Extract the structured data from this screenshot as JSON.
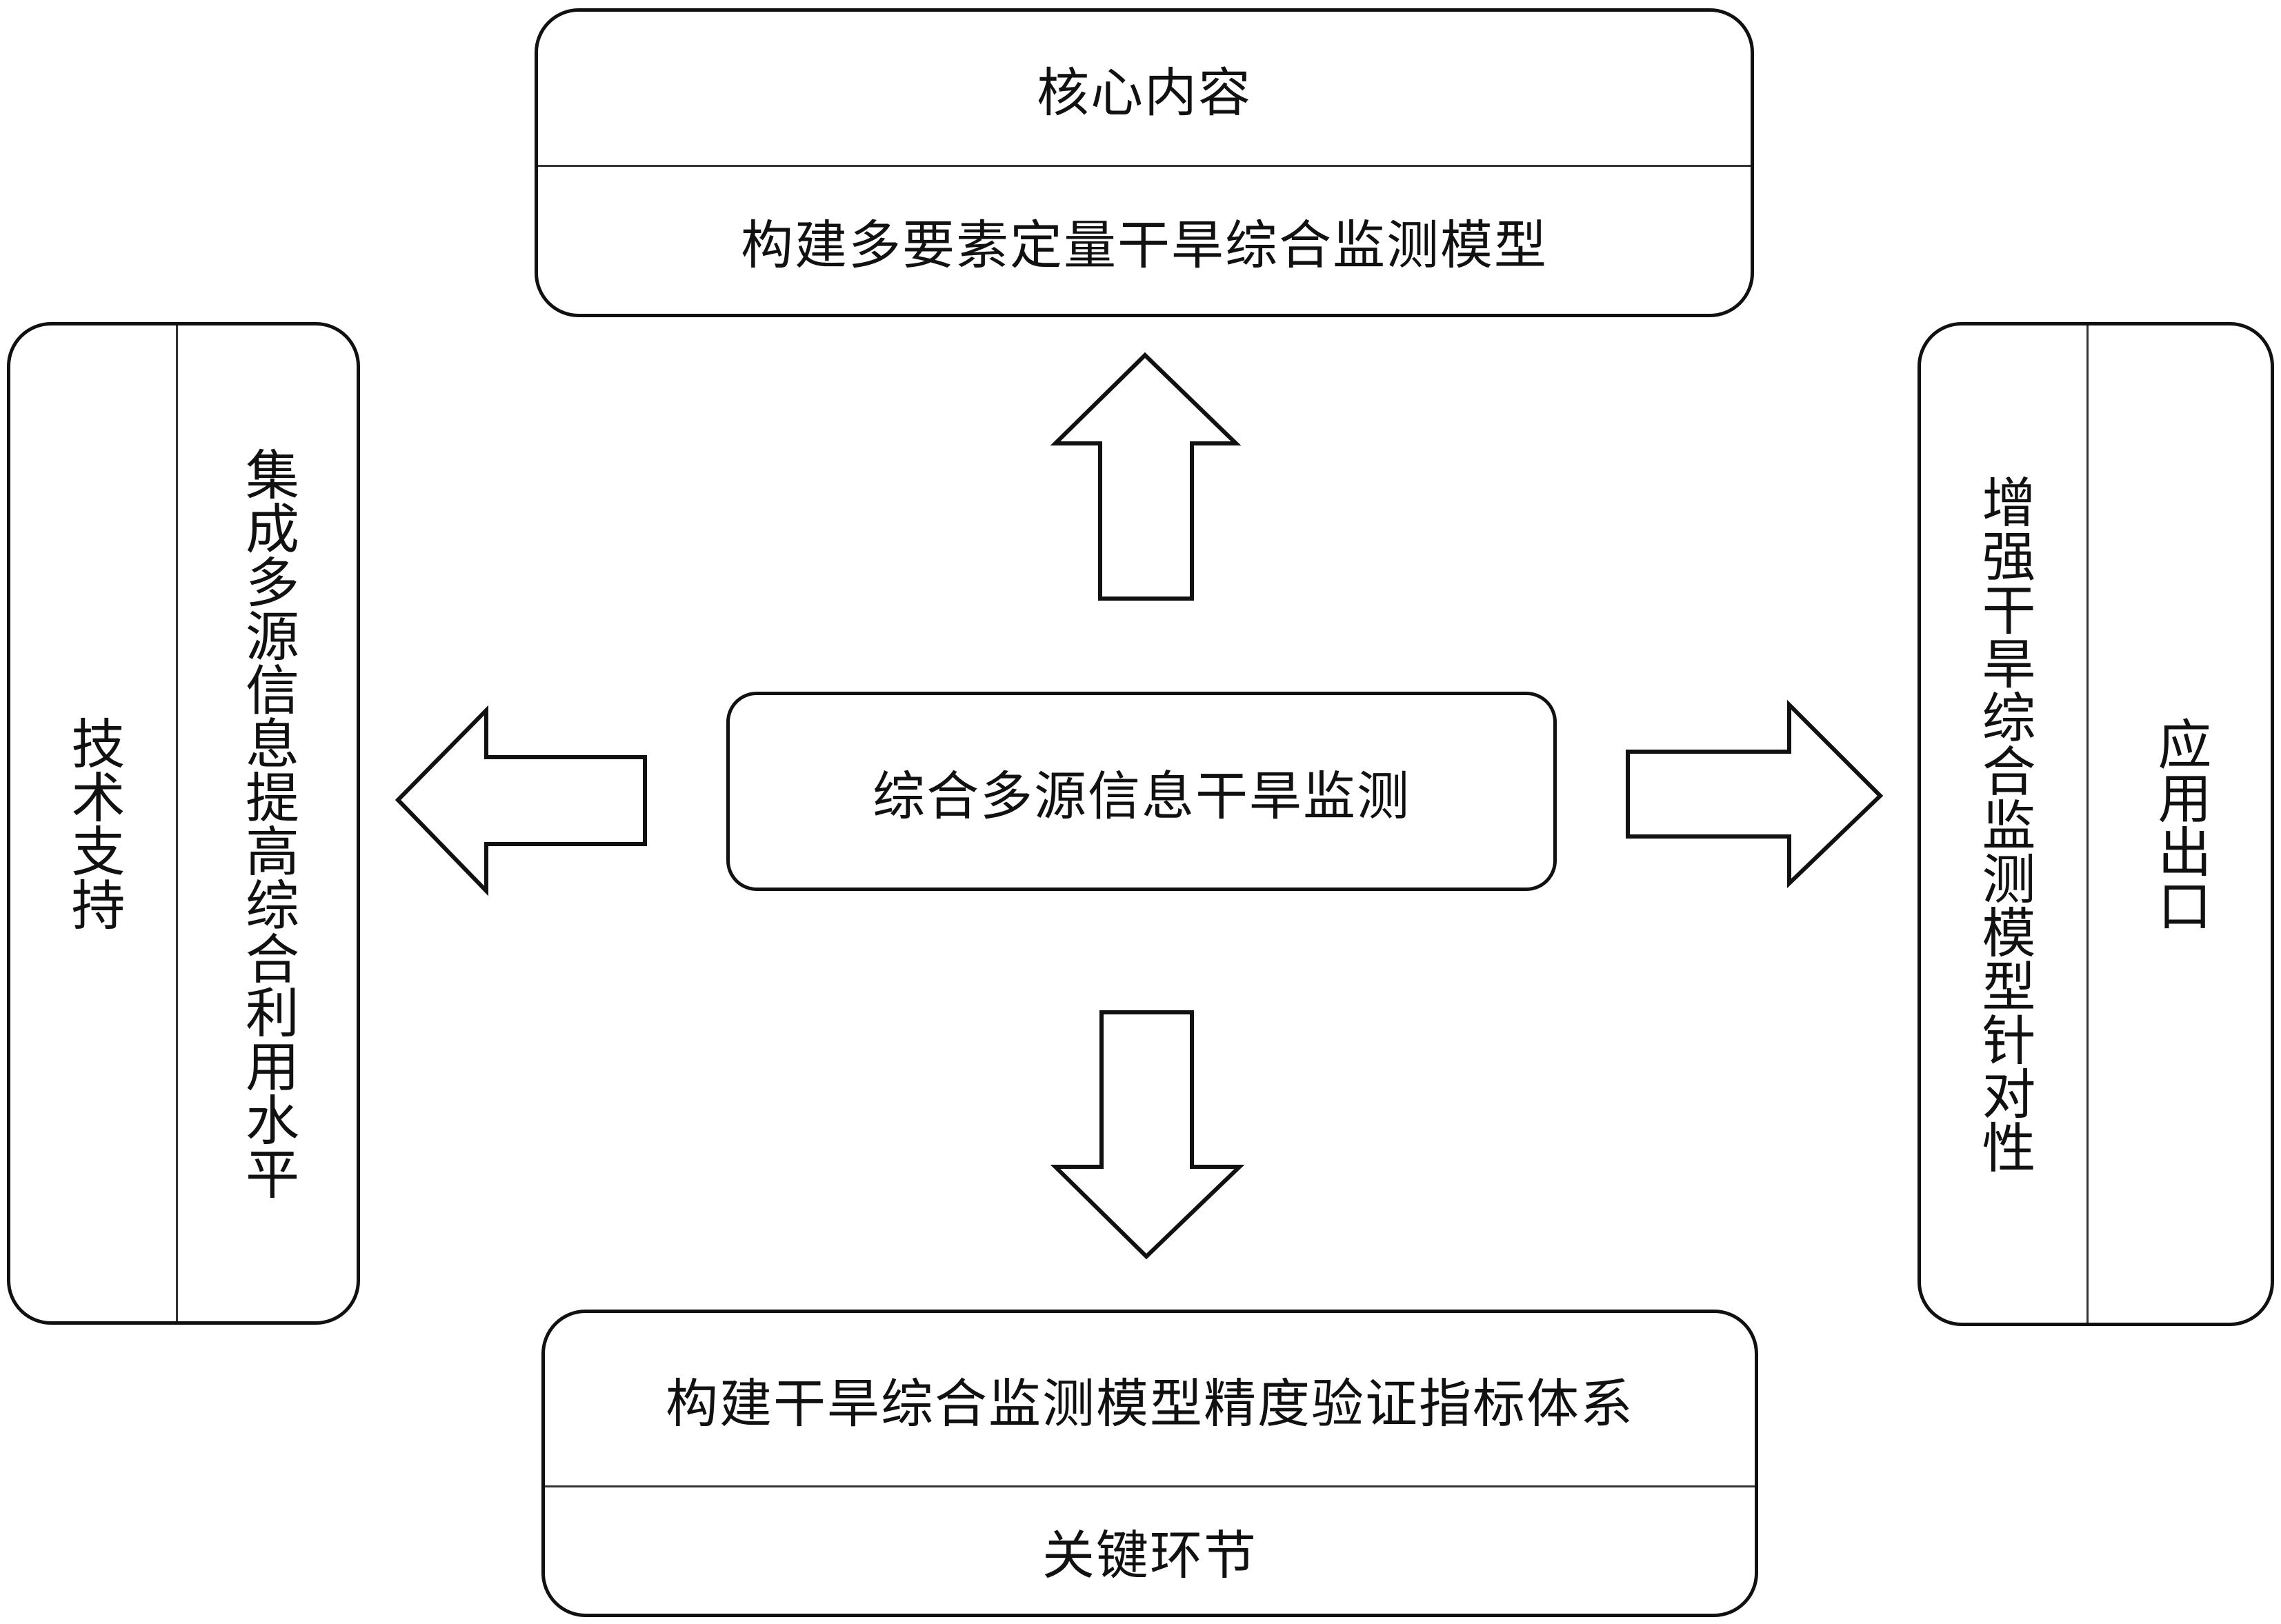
{
  "center": {
    "label": "综合多源信息干旱监测"
  },
  "top": {
    "title": "核心内容",
    "content": "构建多要素定量干旱综合监测模型"
  },
  "bottom": {
    "content": "构建干旱综合监测模型精度验证指标体系",
    "title": "关键环节"
  },
  "left": {
    "title": "技术支持",
    "content": "集成多源信息提高综合利用水平"
  },
  "right": {
    "content": "增强干旱综合监测模型针对性",
    "title": "应用出口"
  },
  "colors": {
    "stroke": "#111111",
    "background": "#ffffff"
  }
}
